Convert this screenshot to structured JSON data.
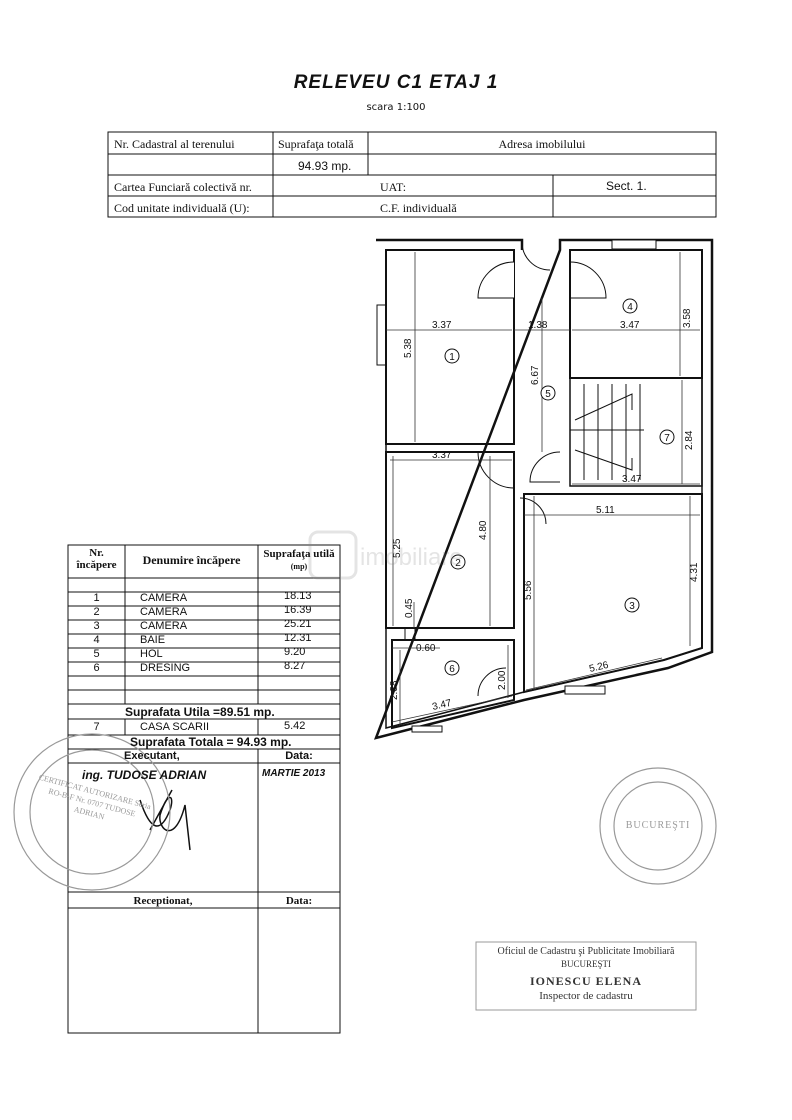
{
  "document": {
    "title": "RELEVEU C1  ETAJ 1",
    "scale": "scara 1:100"
  },
  "header_table": {
    "cadastral_label": "Nr. Cadastral al terenului",
    "total_area_label": "Suprafaţa totală",
    "address_label": "Adresa imobilului",
    "total_area_value": "94.93 mp.",
    "land_book_label": "Cartea Funciară colectivă nr.",
    "uat_label": "UAT:",
    "sector_value": "Sect. 1.",
    "unit_code_label": "Cod unitate individuală (U):",
    "cf_label": "C.F.  individuală"
  },
  "rooms_table": {
    "col_number": "Nr. încăpere",
    "col_name": "Denumire încăpere",
    "col_area": "Suprafaţa utilă",
    "col_area_unit": "(mp)",
    "rows": [
      {
        "nr": "1",
        "name": "CAMERA",
        "area": "18.13"
      },
      {
        "nr": "2",
        "name": "CAMERA",
        "area": "16.39"
      },
      {
        "nr": "3",
        "name": "CAMERA",
        "area": "25.21"
      },
      {
        "nr": "4",
        "name": "BAIE",
        "area": "12.31"
      },
      {
        "nr": "5",
        "name": "HOL",
        "area": "9.20"
      },
      {
        "nr": "6",
        "name": "DRESING",
        "area": "8.27"
      }
    ],
    "useful_total": "Suprafata Utila =89.51 mp.",
    "stair_row": {
      "nr": "7",
      "name": "CASA SCARII",
      "area": "5.42"
    },
    "grand_total": "Suprafata Totala = 94.93 mp.",
    "executant_label": "Executant,",
    "date_label": "Data:",
    "executant_name": "ing. TUDOSE ADRIAN",
    "executant_date": "MARTIE 2013",
    "receptionat_label": "Receptionat,",
    "date_label_2": "Data:"
  },
  "floor_plan": {
    "dimensions": [
      "3.37",
      "5.38",
      "1.38",
      "3.47",
      "3.58",
      "6.67",
      "3.37",
      "2.84",
      "3.47",
      "5.11",
      "5.25",
      "4.80",
      "5.56",
      "4.31",
      "0.45",
      "0.60",
      "2.38",
      "2.00",
      "5.26",
      "3.47"
    ],
    "room_labels": [
      "1",
      "2",
      "3",
      "4",
      "5",
      "6",
      "7"
    ]
  },
  "watermark": "imobiliare",
  "stamps": {
    "office_line1": "Oficiul de Cadastru şi Publicitate Imobiliară",
    "office_line2": "BUCUREŞTI",
    "inspector_name": "IONESCU ELENA",
    "inspector_title": "Inspector de cadastru",
    "round_stamp_left": "CERTIFICAT AUTORIZARE Seria RO-B-F Nr. 0707 TUDOSE ADRIAN",
    "round_stamp_right": "BUCUREŞTI"
  }
}
